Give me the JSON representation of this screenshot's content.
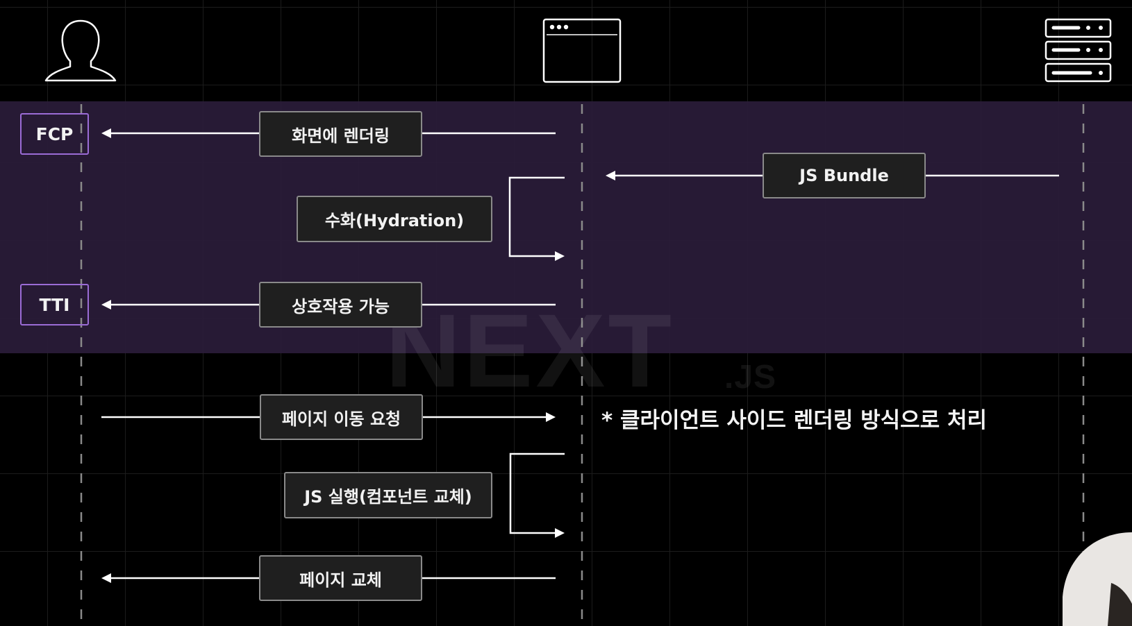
{
  "actors": [
    {
      "name": "user-icon"
    },
    {
      "name": "browser-icon"
    },
    {
      "name": "server-icon"
    }
  ],
  "metrics": {
    "fcp": "FCP",
    "tti": "TTI"
  },
  "steps": {
    "render_screen": "화면에 렌더링",
    "js_bundle": "JS Bundle",
    "hydration": "수화(Hydration)",
    "interactive": "상호작용 가능",
    "page_nav_request": "페이지 이동 요청",
    "js_execute": "JS 실행(컴포넌트 교체)",
    "page_replace": "페이지 교체"
  },
  "note": "* 클라이언트 사이드 렌더링 방식으로 처리",
  "watermark": {
    "main": "NEXT",
    "sub": ".JS"
  },
  "colors": {
    "background": "#000000",
    "band": "#2a1c3a",
    "metric_border": "#9b6cd6",
    "box_fill": "#1f1f1f",
    "box_border": "#8a8a8a"
  }
}
